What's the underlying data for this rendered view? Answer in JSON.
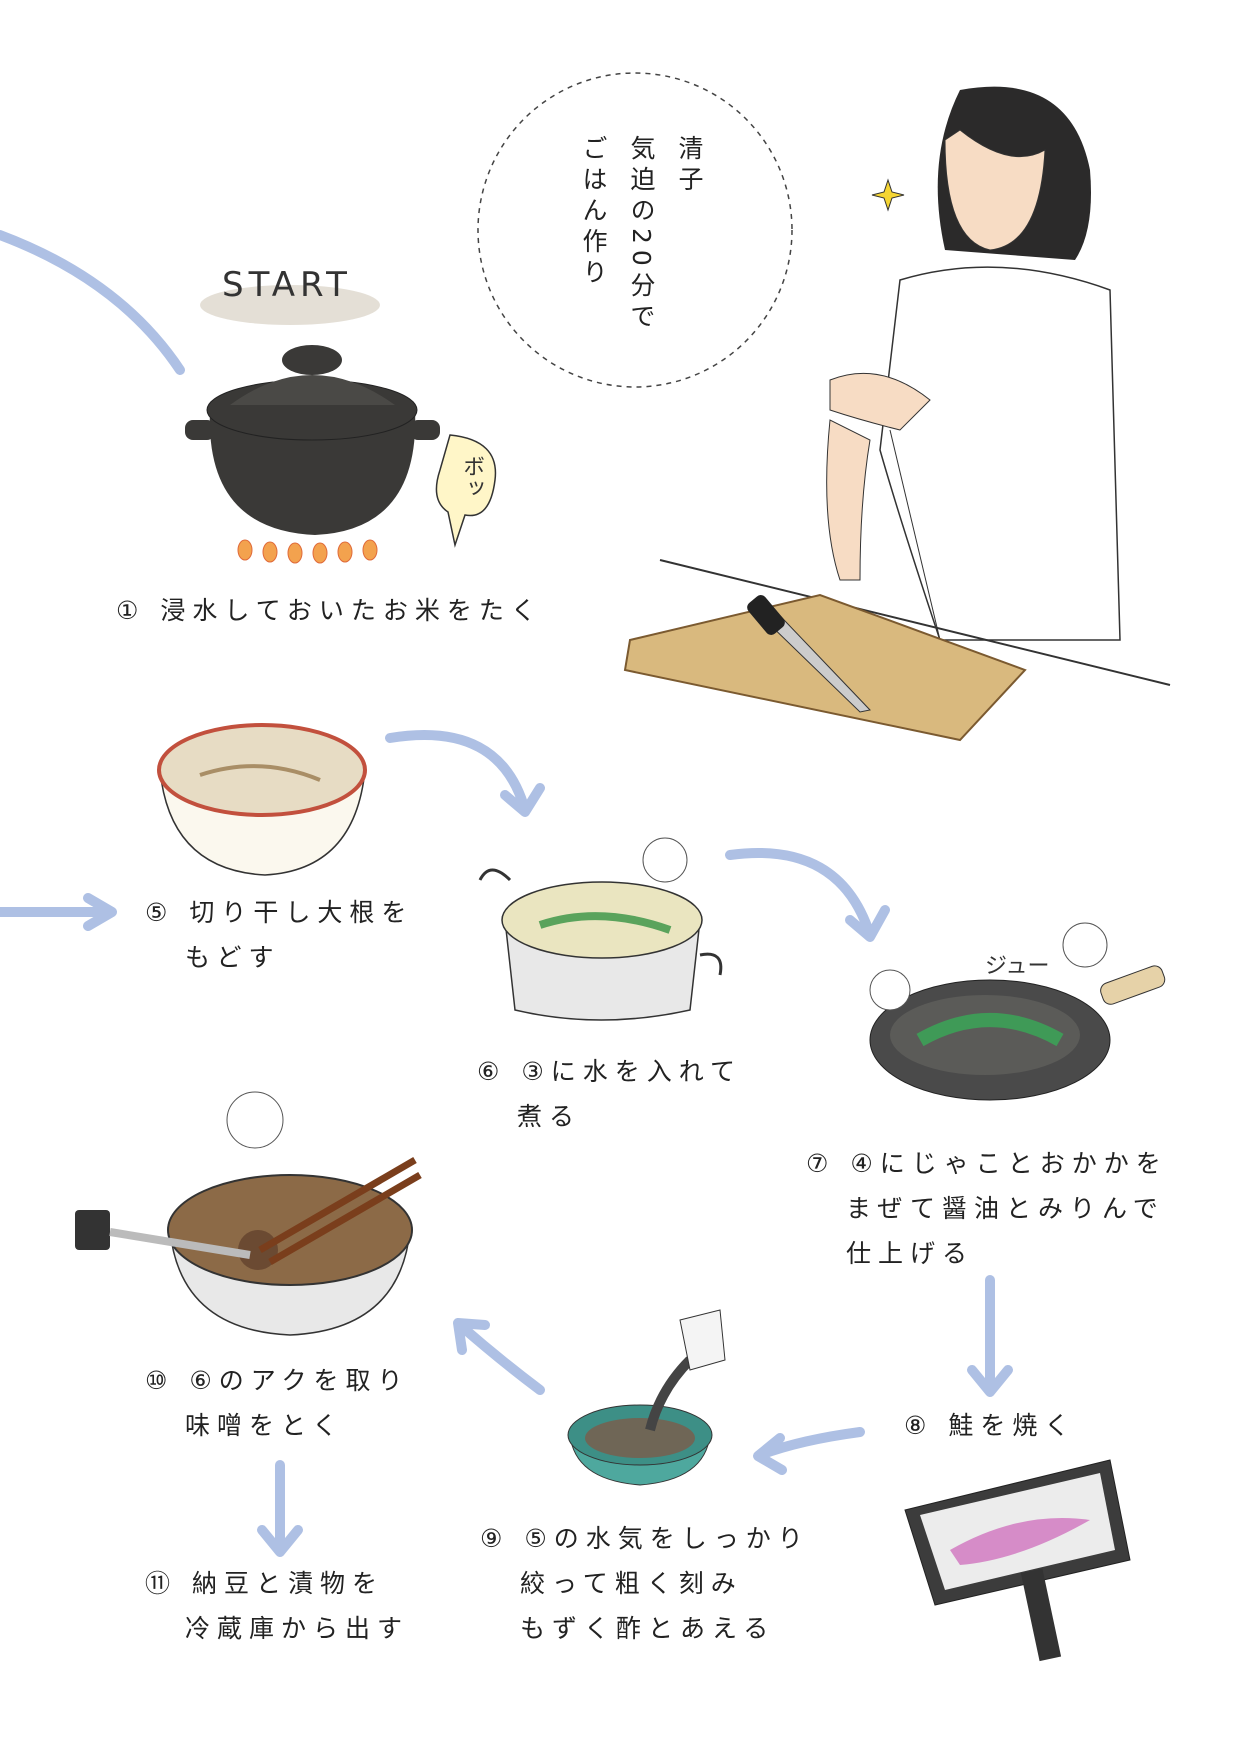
{
  "title": [
    "清子",
    "気迫の20分で",
    "ごはん作り"
  ],
  "start_label": "START",
  "sound_effects": {
    "boiling": "ボッ",
    "sizzle": "ジュー"
  },
  "steps": [
    {
      "num": "①",
      "lines": [
        "浸水しておいたお米をたく"
      ]
    },
    {
      "num": "⑤",
      "lines": [
        "切り干し大根を",
        "もどす"
      ]
    },
    {
      "num": "⑥",
      "lines": [
        "③に水を入れて",
        "煮る"
      ]
    },
    {
      "num": "⑦",
      "lines": [
        "④にじゃことおかかを",
        "まぜて醤油とみりんで",
        "仕上げる"
      ]
    },
    {
      "num": "⑧",
      "lines": [
        "鮭を焼く"
      ]
    },
    {
      "num": "⑨",
      "lines": [
        "⑤の水気をしっかり",
        "絞って粗く刻み",
        "もずく酢とあえる"
      ]
    },
    {
      "num": "⑩",
      "lines": [
        "⑥のアクを取り",
        "味噌をとく"
      ]
    },
    {
      "num": "⑪",
      "lines": [
        "納豆と漬物を",
        "冷蔵庫から出す"
      ]
    }
  ],
  "colors": {
    "arrow": "#aec0e4",
    "pot": "#3a3937",
    "board": "#d9b97e",
    "pan": "#4a4a4a",
    "greens": "#3f9a57"
  }
}
